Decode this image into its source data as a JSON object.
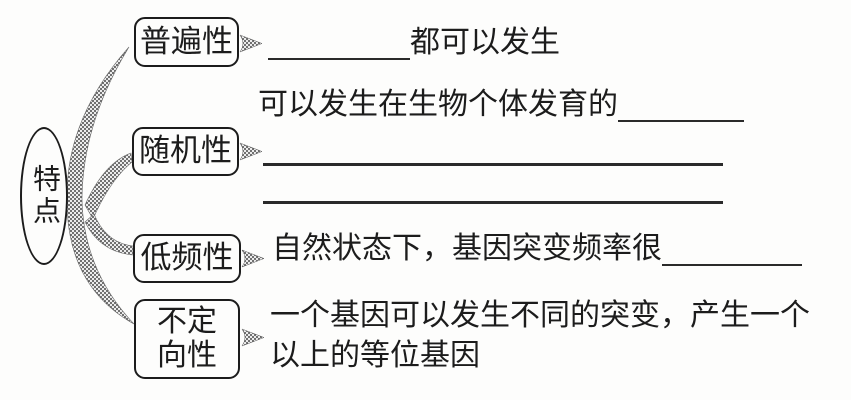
{
  "diagram": {
    "root": {
      "label": "特点"
    },
    "nodes": [
      {
        "label": "普遍性"
      },
      {
        "label": "随机性"
      },
      {
        "label": "低频性"
      },
      {
        "label": "不定向性",
        "label_lines": [
          "不定",
          "向性"
        ]
      }
    ],
    "rows": {
      "universality_text": "都可以发生",
      "randomness_text": "可以发生在生物个体发育的",
      "low_frequency_text": "自然状态下，基因突变频率很",
      "non_directional_line1": "一个基因可以发生不同的突变，产生一个",
      "non_directional_line2": "以上的等位基因"
    },
    "colors": {
      "ink": "#1c1c1c",
      "halftone_dot": "#4a4a4a",
      "halftone_bg": "#ececec"
    }
  }
}
